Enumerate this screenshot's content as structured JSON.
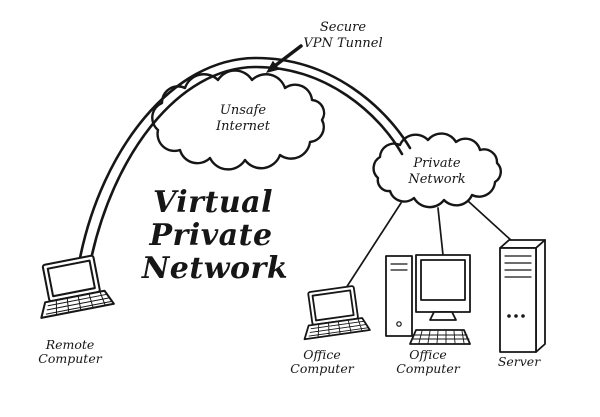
{
  "diagram": {
    "background_color": "#ffffff",
    "ink_color": "#161616",
    "title": {
      "line1": "Virtual",
      "line2": "Private",
      "line3": "Network"
    },
    "tunnel_label": {
      "line1": "Secure",
      "line2": "VPN Tunnel"
    },
    "clouds": {
      "unsafe_internet": {
        "line1": "Unsafe",
        "line2": "Internet"
      },
      "private_network": {
        "line1": "Private",
        "line2": "Network"
      }
    },
    "devices": {
      "remote_computer": {
        "line1": "Remote",
        "line2": "Computer"
      },
      "office_laptop": {
        "line1": "Office",
        "line2": "Computer"
      },
      "office_desktop": {
        "line1": "Office",
        "line2": "Computer"
      },
      "server": {
        "line1": "Server"
      }
    }
  }
}
